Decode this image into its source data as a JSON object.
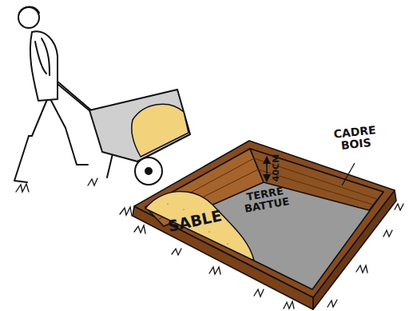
{
  "diagram": {
    "labels": [
      "CADRE BOIS",
      "40CM",
      "SABLE",
      "TERRE BATTUE"
    ]
  }
}
